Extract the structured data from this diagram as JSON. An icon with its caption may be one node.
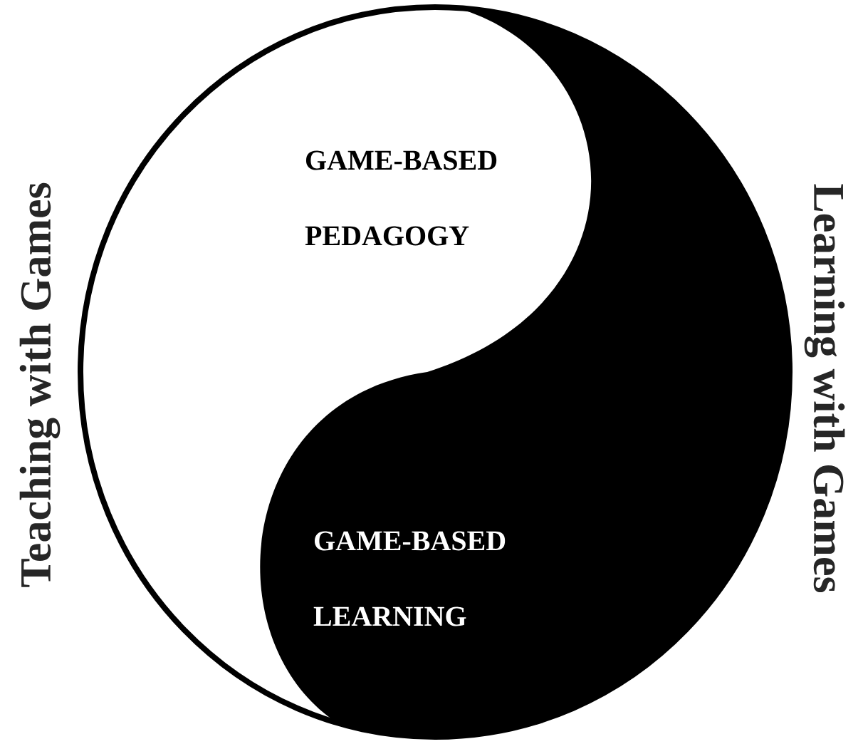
{
  "diagram": {
    "nodes": [
      {
        "text": [
          "GAME-BASED PEDAGOGY"
        ]
      },
      {
        "text": [
          "GAME-BASED LEARNING"
        ]
      }
    ],
    "labels": [
      "Teaching with Games",
      "Learning with Games"
    ]
  }
}
